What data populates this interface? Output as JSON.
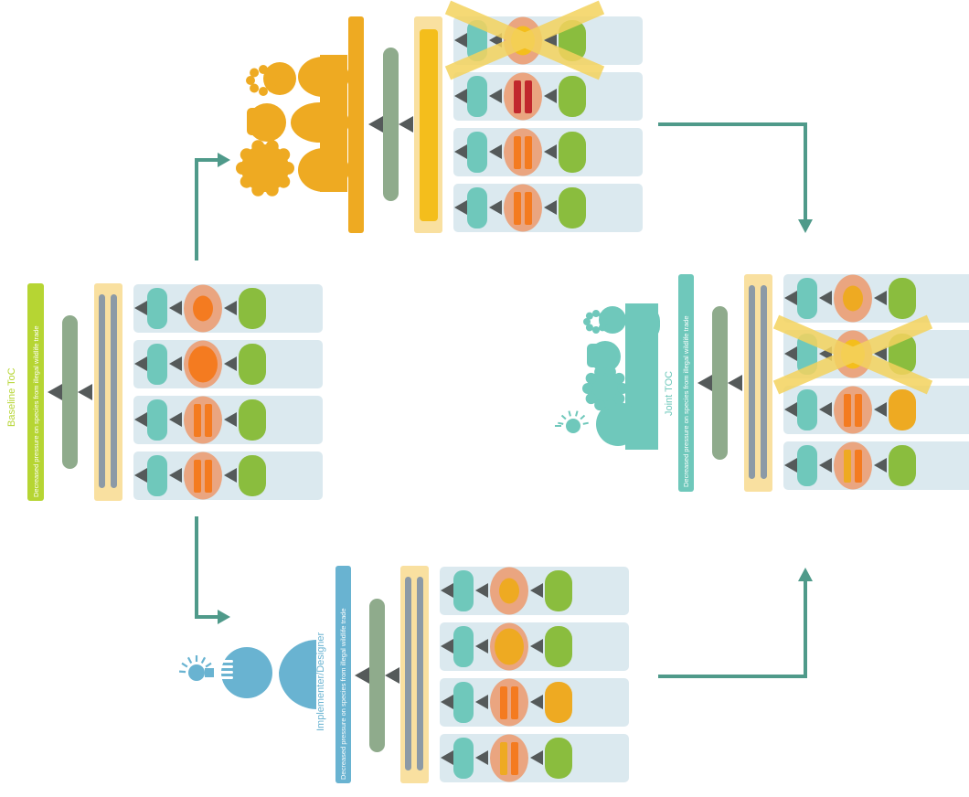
{
  "baseline": {
    "title": "Baseline ToC",
    "goal": "Decreased pressure on species from illegal wildlife trade"
  },
  "implementer": {
    "title": "Implementer/Designer",
    "goal": "Decreased pressure on species from illegal wildlife trade"
  },
  "joint": {
    "title": "Joint TOC",
    "goal": "Decreased pressure on species from illegal wildlife trade"
  },
  "colors": {
    "panel": "#dbe9ef",
    "teal": "#6fc8bb",
    "green": "#8abd3e",
    "sage": "#8fab8c",
    "peach": "#eaa580",
    "orange": "#f47b20",
    "amber": "#eeaa22",
    "yellow": "#f4be1c",
    "red": "#c1272d",
    "lightyellow": "#f9e0a0",
    "goldbar": "#eeaa22",
    "arrowDark": "#555a5a",
    "connector": "#4f9a8a",
    "baselineLime": "#b6d533",
    "implementerBlue": "#69b3d1",
    "jointTeal": "#6fc8bb",
    "cross": "#f4d35e"
  }
}
